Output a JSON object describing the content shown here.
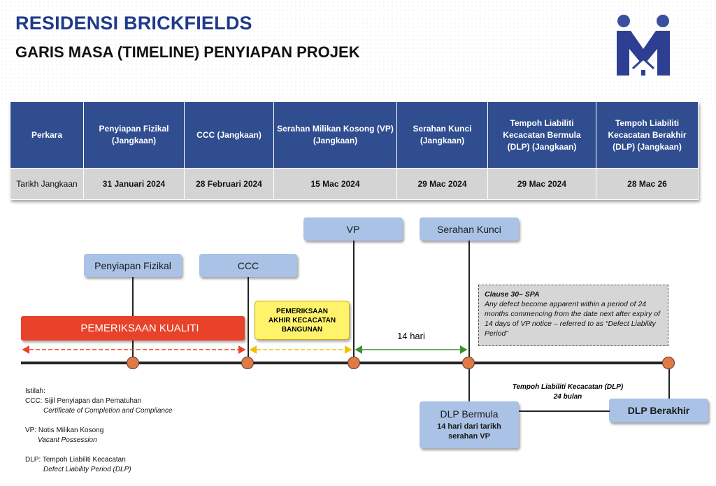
{
  "header": {
    "title": "RESIDENSI BRICKFIELDS",
    "subtitle": "GARIS MASA (TIMELINE) PENYIAPAN PROJEK"
  },
  "logo": {
    "icon": "house-m-logo-icon",
    "colors": [
      "#3b4fa0",
      "#2a3a80"
    ]
  },
  "table": {
    "header_cells": [
      "Perkara",
      "Penyiapan Fizikal (Jangkaan)",
      "CCC (Jangkaan)",
      "Serahan Milikan Kosong (VP) (Jangkaan)",
      "Serahan Kunci (Jangkaan)",
      "Tempoh Liabiliti Kecacatan Bermula (DLP) (Jangkaan)",
      "Tempoh Liabiliti Kecacatan Berakhir (DLP) (Jangkaan)"
    ],
    "row_cells": [
      "Tarikh Jangkaan",
      "31 Januari 2024",
      "28 Februari 2024",
      "15 Mac 2024",
      "29 Mac 2024",
      "29 Mac 2024",
      "28 Mac 26"
    ],
    "colors": {
      "header_bg": "#2f4d8f",
      "row_bg": "#d4d4d4"
    }
  },
  "timeline": {
    "milestones": {
      "penyiapan": "Penyiapan Fizikal",
      "ccc": "CCC",
      "vp": "VP",
      "serahan_kunci": "Serahan Kunci",
      "dlp_start_title": "DLP Bermula",
      "dlp_start_detail": "14 hari dari tarikh serahan VP",
      "dlp_end": "DLP Berakhir"
    },
    "pemeriksaan_kualiti": "PEMERIKSAAN KUALITI",
    "pemeriksaan_akhir": "PEMERIKSAAN AKHIR KECACATAN BANGUNAN",
    "interval_vp_kunci": "14 hari",
    "dlp_period_title": "Tempoh Liabiliti Kecacatan (DLP)",
    "dlp_period_length": "24 bulan",
    "clause": {
      "title": "Clause 30– SPA",
      "text": "Any defect become apparent within a period of 24 months commencing from the date next after expiry of 14 days of VP notice – referred to as “Defect Liability Period”"
    },
    "colors": {
      "red_bar": "#e8422a",
      "yellow_box": "#fff36b",
      "green_arrow": "#3f8f2e",
      "dot": "#e07a45",
      "milestone_box": "#a9c2e6"
    }
  },
  "glossary": {
    "heading": "Istilah:",
    "ccc_term": "CCC: Sijil Penyiapan dan Pematuhan",
    "ccc_en": "Certificate of Completion and Compliance",
    "vp_term": "VP: Notis Milikan Kosong",
    "vp_en": "Vacant Possession",
    "dlp_term": "DLP: Tempoh Liabiliti Kecacatan",
    "dlp_en": "Defect Liability Period (DLP)"
  }
}
